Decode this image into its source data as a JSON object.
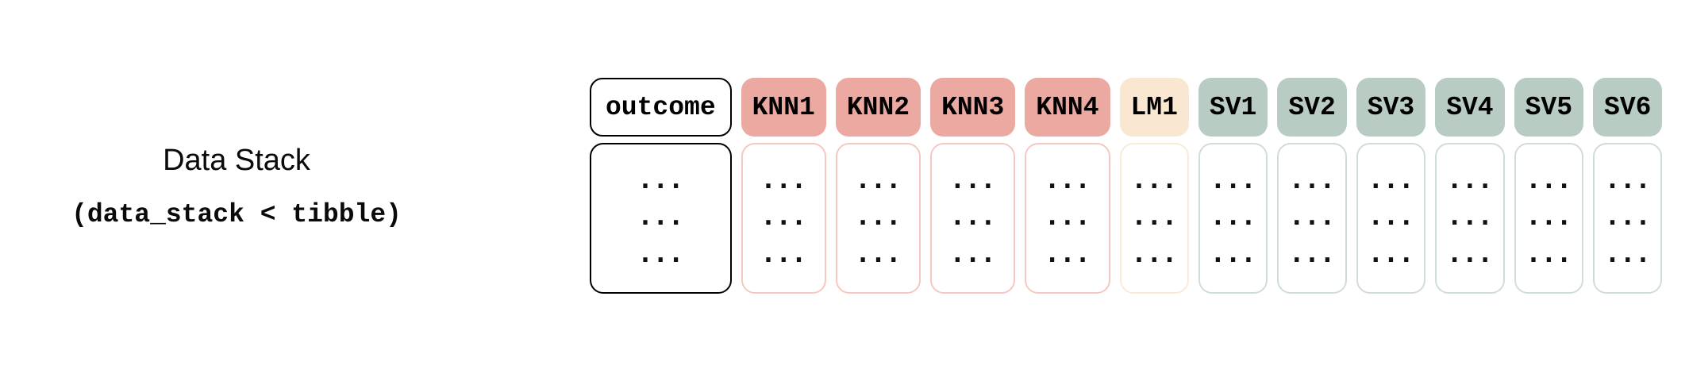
{
  "title_block": {
    "title": "Data Stack",
    "subtitle": "(data_stack < tibble)"
  },
  "table": {
    "placeholder": "...",
    "placeholder_rows": 3,
    "columns": [
      {
        "id": "outcome",
        "label": "outcome",
        "group": "outcome"
      },
      {
        "id": "knn1",
        "label": "KNN1",
        "group": "knn"
      },
      {
        "id": "knn2",
        "label": "KNN2",
        "group": "knn"
      },
      {
        "id": "knn3",
        "label": "KNN3",
        "group": "knn"
      },
      {
        "id": "knn4",
        "label": "KNN4",
        "group": "knn"
      },
      {
        "id": "lm1",
        "label": "LM1",
        "group": "lm"
      },
      {
        "id": "sv1",
        "label": "SV1",
        "group": "sv"
      },
      {
        "id": "sv2",
        "label": "SV2",
        "group": "sv"
      },
      {
        "id": "sv3",
        "label": "SV3",
        "group": "sv"
      },
      {
        "id": "sv4",
        "label": "SV4",
        "group": "sv"
      },
      {
        "id": "sv5",
        "label": "SV5",
        "group": "sv"
      },
      {
        "id": "sv6",
        "label": "SV6",
        "group": "sv"
      }
    ]
  },
  "colors": {
    "knn_fill": "#ECA9A2",
    "knn_body_border": "#F5C8C2",
    "lm_fill": "#FAE7D2",
    "lm_body_border": "#FAEBD9",
    "sv_fill": "#B9CCC3",
    "sv_body_border": "#CFDDD6",
    "outcome_border": "#000000",
    "text": "#000000"
  }
}
